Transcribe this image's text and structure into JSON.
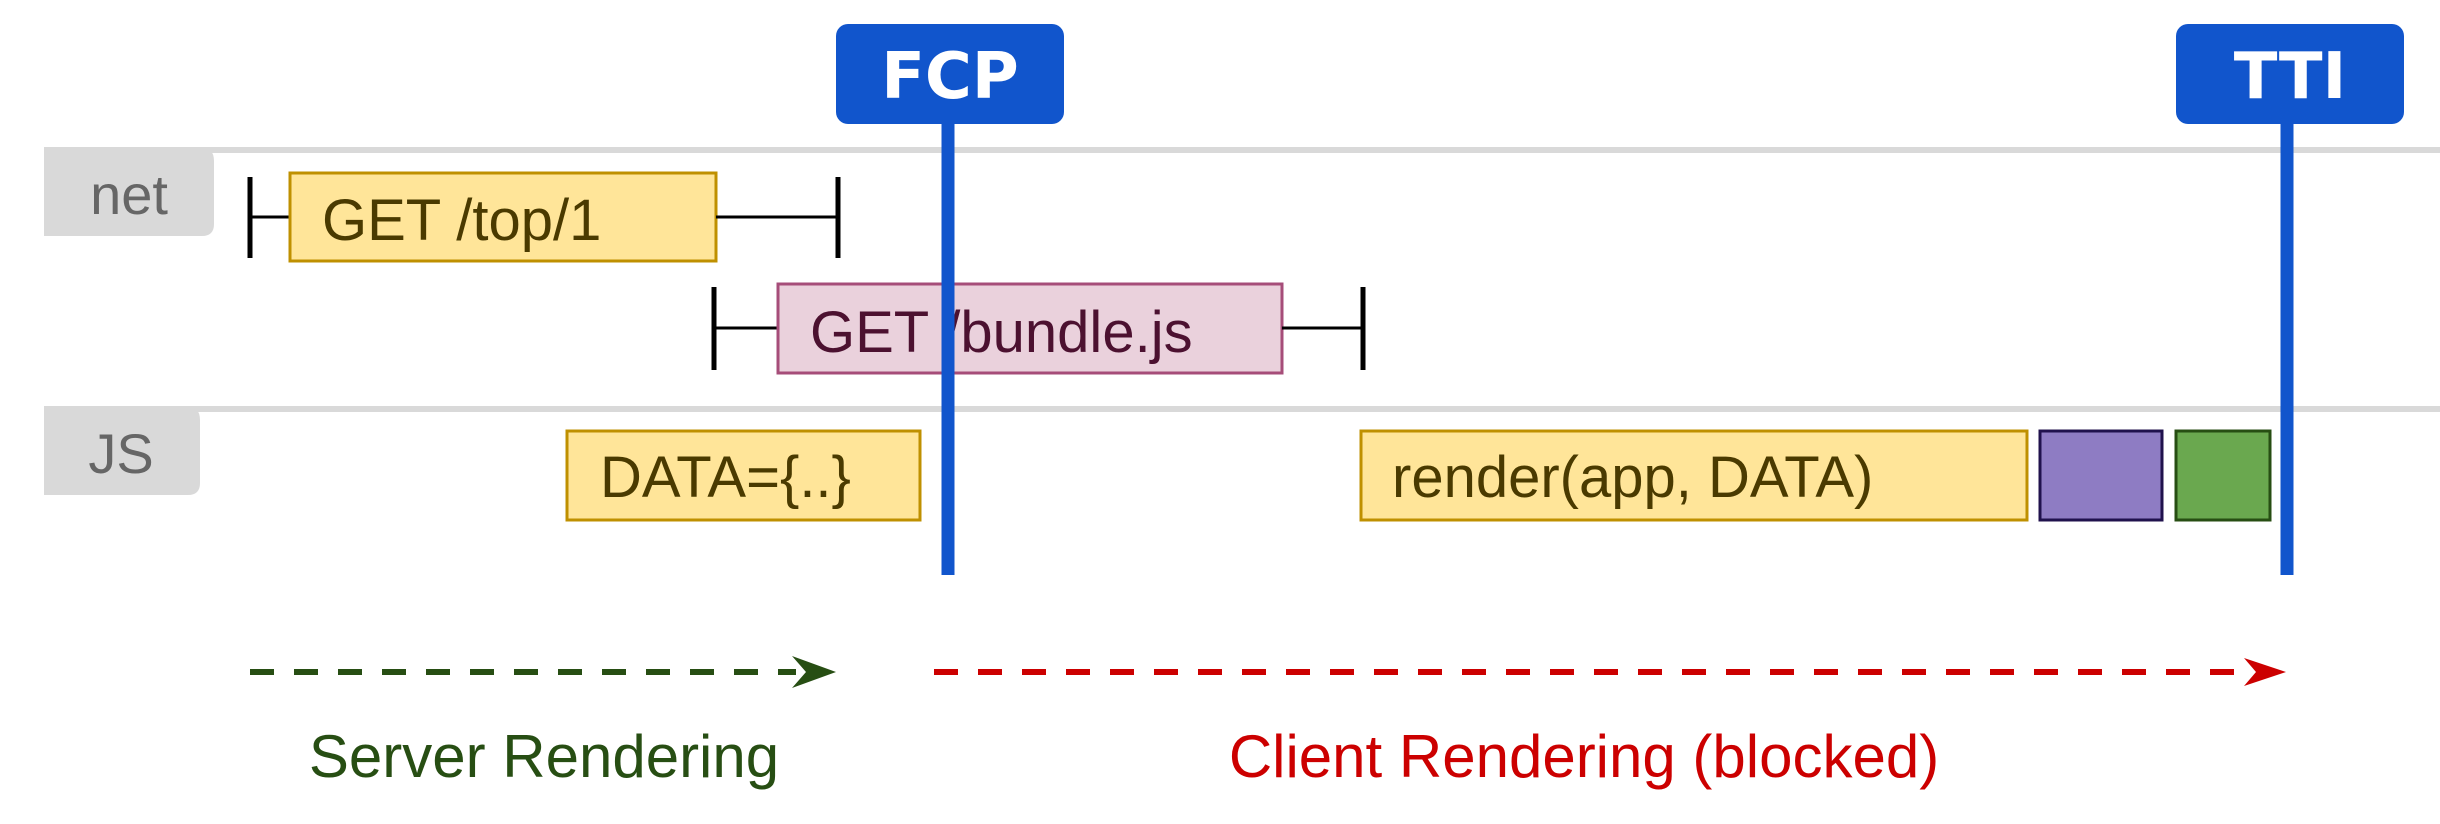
{
  "markers": {
    "fcp": {
      "label": "FCP"
    },
    "tti": {
      "label": "TTI"
    }
  },
  "lanes": {
    "net": {
      "label": "net"
    },
    "js": {
      "label": "JS"
    }
  },
  "requests": {
    "top": {
      "label": "GET /top/1"
    },
    "bundle": {
      "label": "GET /bundle.js"
    }
  },
  "tasks": {
    "data": {
      "label": "DATA={..}"
    },
    "render": {
      "label": "render(app, DATA)"
    }
  },
  "phases": {
    "server": {
      "label": "Server Rendering"
    },
    "client": {
      "label": "Client Rendering (blocked)"
    }
  },
  "colors": {
    "marker_blue": "#1155cc",
    "request_yellow_fill": "#ffe599",
    "request_yellow_border": "#bf9000",
    "request_pink_fill": "#ead1dc",
    "request_pink_border": "#a64d79",
    "task_purple_fill": "#8e7cc3",
    "task_purple_border": "#20124d",
    "task_green_fill": "#6aa84f",
    "task_green_border": "#274e13",
    "lane_gray": "#d9d9d9",
    "lane_text": "#666666",
    "server_green": "#274e13",
    "client_red": "#cc0000",
    "request_text_dark": "#4a3a00",
    "bundle_text": "#4c1130"
  }
}
